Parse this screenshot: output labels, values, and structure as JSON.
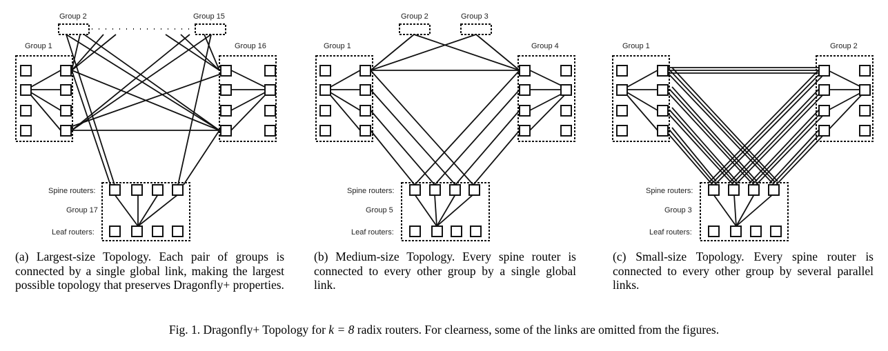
{
  "panels": [
    {
      "id": "a",
      "group_left": "Group 1",
      "group_right": "Group 16",
      "group_top_left": "Group 2",
      "group_top_right": "Group 15",
      "group_bottom": "Group 17",
      "spine_label": "Spine routers:",
      "leaf_label": "Leaf routers:",
      "caption_prefix": "(a)",
      "caption": "Largest-size Topology. Each pair of groups is connected by a single global link, making the largest possible topology that preserves Dragonfly+ properties."
    },
    {
      "id": "b",
      "group_left": "Group 1",
      "group_right": "Group 4",
      "group_top_left": "Group 2",
      "group_top_right": "Group 3",
      "group_bottom": "Group 5",
      "spine_label": "Spine routers:",
      "leaf_label": "Leaf routers:",
      "caption_prefix": "(b)",
      "caption": "Medium-size Topology. Every spine router is connected to every other group by a single global link."
    },
    {
      "id": "c",
      "group_left": "Group 1",
      "group_right": "Group 2",
      "group_bottom": "Group 3",
      "spine_label": "Spine routers:",
      "leaf_label": "Leaf routers:",
      "caption_prefix": "(c)",
      "caption": "Small-size Topology. Every spine router is connected to every other group by several parallel links."
    }
  ],
  "figure_caption": {
    "prefix": "Fig. 1.  Dragonfly+ Topology for",
    "math": "k = 8",
    "suffix": "radix routers. For clearness, some of the links are omitted from the figures."
  }
}
